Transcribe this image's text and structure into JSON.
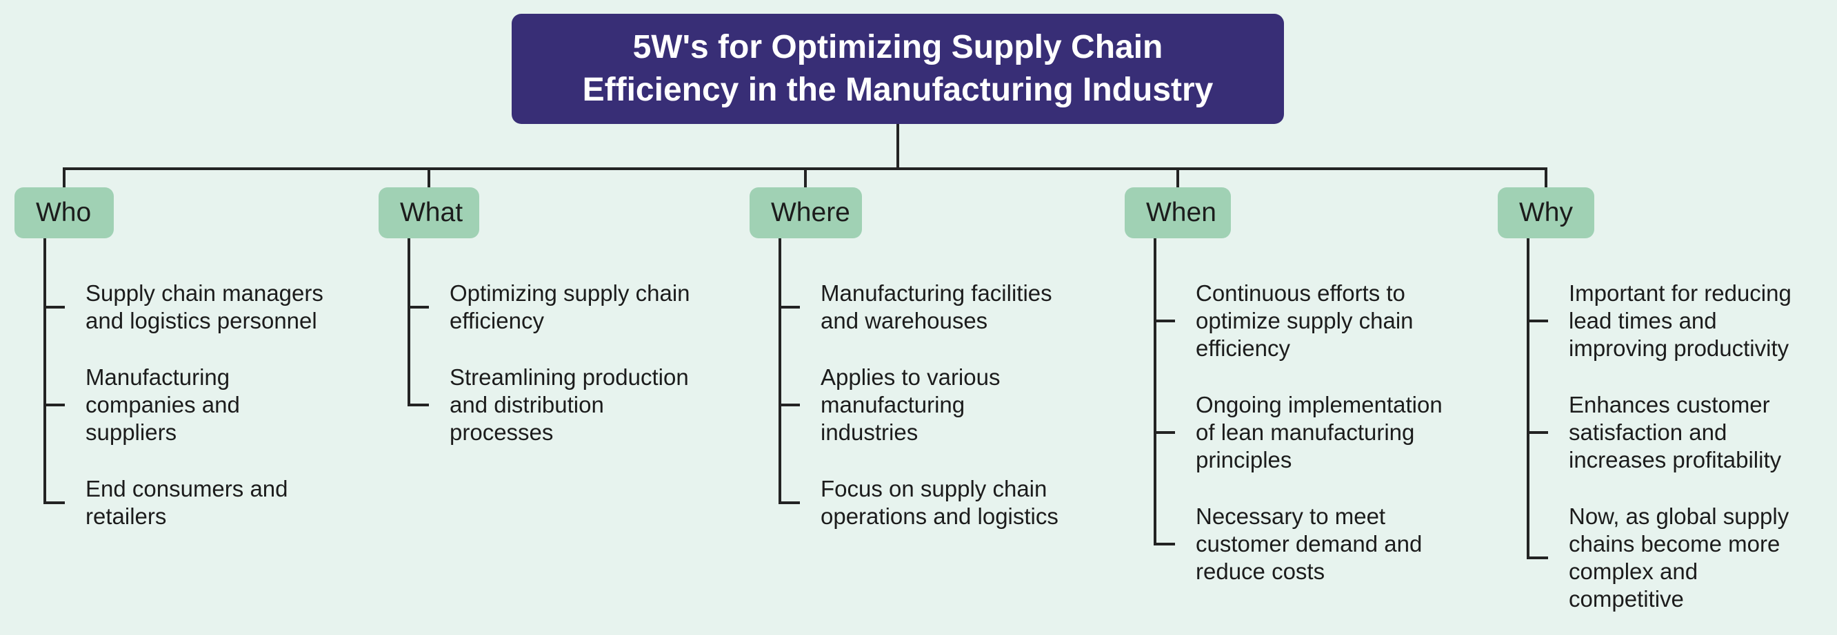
{
  "title": "5W's for Optimizing Supply Chain\nEfficiency in the Manufacturing Industry",
  "branches": [
    {
      "label": "Who",
      "items": [
        "Supply chain managers\nand logistics personnel",
        "Manufacturing\ncompanies and suppliers",
        "End consumers and\nretailers"
      ]
    },
    {
      "label": "What",
      "items": [
        "Optimizing supply chain\nefficiency",
        "Streamlining production\nand distribution\nprocesses"
      ]
    },
    {
      "label": "Where",
      "items": [
        "Manufacturing facilities\nand warehouses",
        "Applies to various\nmanufacturing industries",
        "Focus on supply chain\noperations and logistics"
      ]
    },
    {
      "label": "When",
      "items": [
        "Continuous efforts to\noptimize supply chain\nefficiency",
        "Ongoing implementation\nof lean manufacturing\nprinciples",
        "Necessary to meet\ncustomer demand and\nreduce costs"
      ]
    },
    {
      "label": "Why",
      "items": [
        "Important for reducing\nlead times and\nimproving productivity",
        "Enhances customer\nsatisfaction and\nincreases profitability",
        "Now, as global supply\nchains become more\ncomplex and competitive"
      ]
    }
  ],
  "colors": {
    "background": "#e7f3ee",
    "title_bg": "#382e76",
    "title_text": "#ffffff",
    "branch_bg": "#a0d1b4",
    "line": "#232323",
    "text": "#1c1c1c"
  }
}
